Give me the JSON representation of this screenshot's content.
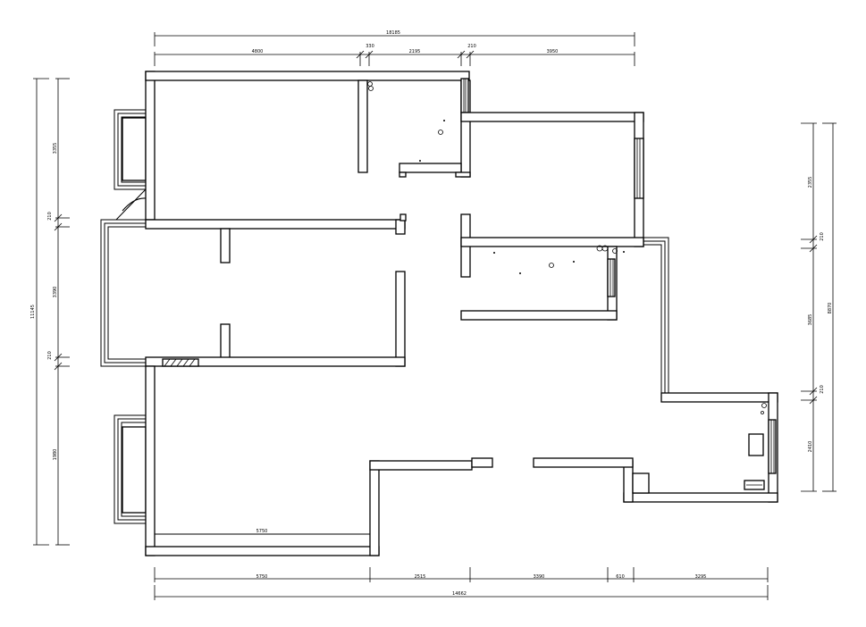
{
  "floor_plan": {
    "dimensions_top": {
      "overall": "18185",
      "segments": [
        "4800",
        "330",
        "2195",
        "210",
        "3950"
      ]
    },
    "dimensions_bottom": {
      "overall": "14662",
      "segments": [
        "5750",
        "2515",
        "3390",
        "610",
        "3295"
      ]
    },
    "dimensions_left": {
      "overall": "11145",
      "segments": [
        "3355",
        "210",
        "3390",
        "210",
        "1980"
      ]
    },
    "dimensions_right": {
      "overall": "8870",
      "segments": [
        "2355",
        "210",
        "3685",
        "210",
        "2410"
      ]
    },
    "interior_labels": {
      "lower_room": "5750"
    }
  }
}
